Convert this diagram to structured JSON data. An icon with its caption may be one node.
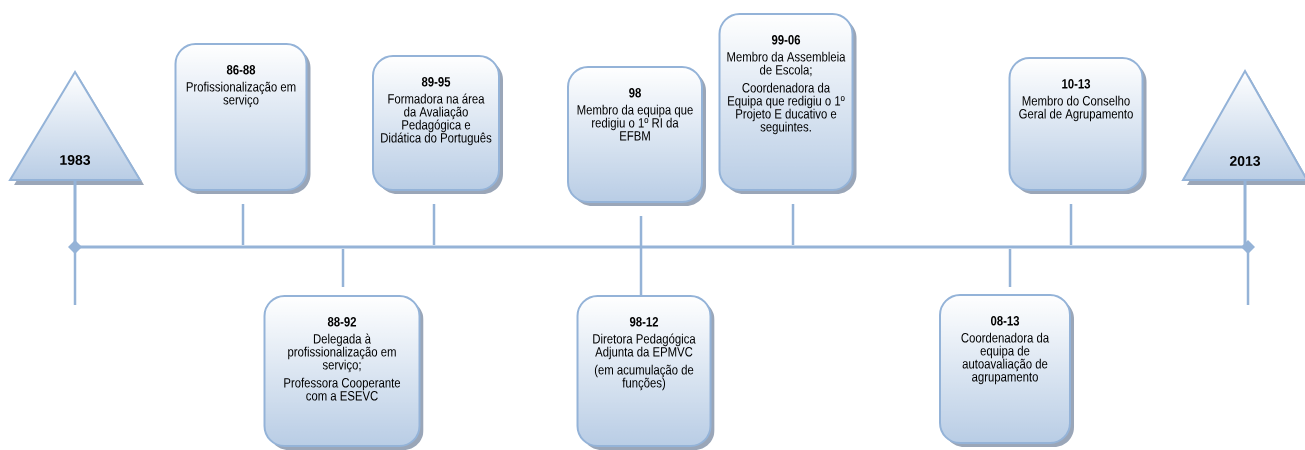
{
  "diagram": {
    "nodes": [
      {
        "text": [
          "1983"
        ]
      },
      {
        "text": [
          "86-88",
          "Profissionalização em serviço"
        ]
      },
      {
        "text": [
          "88-92",
          "Delegada à profissionalização em serviço;",
          "Professora Cooperante com a ESEVC"
        ]
      },
      {
        "text": [
          "89-95",
          "Formadora na área da Avaliação Pedagógica e Didática do Português"
        ]
      },
      {
        "text": [
          "98",
          "Membro da equipa que redigiu o 1º RI da EFBM"
        ]
      },
      {
        "text": [
          "98-12",
          "Diretora Pedagógica Adjunta da EPMVC",
          "(em acumulação de funções)"
        ]
      },
      {
        "text": [
          "99-06",
          "Membro da Assembleia de Escola;",
          "Coordenadora da Equipa que redigiu o 1º Projeto E ducativo e seguintes."
        ]
      },
      {
        "text": [
          "08-13",
          "Coordenadora da equipa de autoavaliação de agrupamento"
        ]
      },
      {
        "text": [
          "10-13",
          "Membro do Conselho Geral de Agrupamento"
        ]
      },
      {
        "text": [
          "2013"
        ]
      }
    ],
    "edges": [
      {
        "from": 0,
        "to": 9,
        "arrow": "none"
      }
    ]
  }
}
